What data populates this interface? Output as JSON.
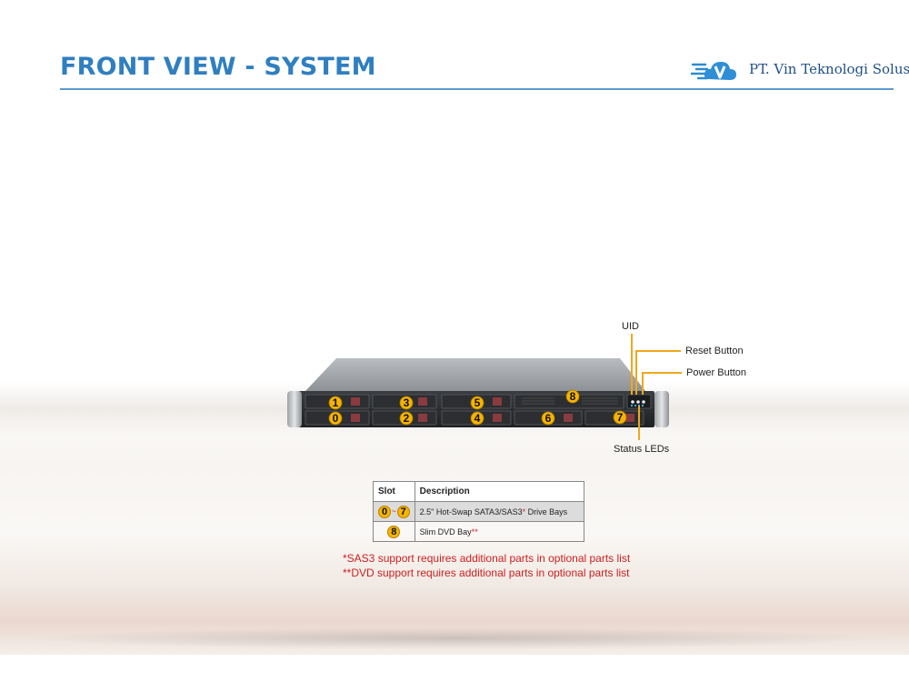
{
  "page": {
    "title": "FRONT VIEW - SYSTEM",
    "title_color": "#2f7fc0",
    "accent_color": "#f5b400"
  },
  "logo": {
    "icon": "cloud-v-logo-icon",
    "text": "PT. Vin Teknologi Solusi"
  },
  "callouts": {
    "uid": "UID",
    "reset": "Reset Button",
    "power": "Power Button",
    "status": "Status LEDs"
  },
  "server": {
    "bay_numbers": [
      "1",
      "3",
      "5",
      "8",
      "0",
      "2",
      "4",
      "6",
      "7"
    ]
  },
  "table": {
    "headers": [
      "Slot",
      "Description"
    ],
    "rows": [
      {
        "slot_from": "0",
        "slot_sep": "~",
        "slot_to": "7",
        "desc": "2.5\" Hot-Swap SATA3/SAS3",
        "mark": "*",
        "desc_suffix": " Drive Bays"
      },
      {
        "slot": "8",
        "desc": "Slim DVD Bay",
        "mark": "**"
      }
    ]
  },
  "notes": [
    "*SAS3 support requires additional parts in optional parts list",
    "**DVD support requires additional parts in optional parts list"
  ]
}
